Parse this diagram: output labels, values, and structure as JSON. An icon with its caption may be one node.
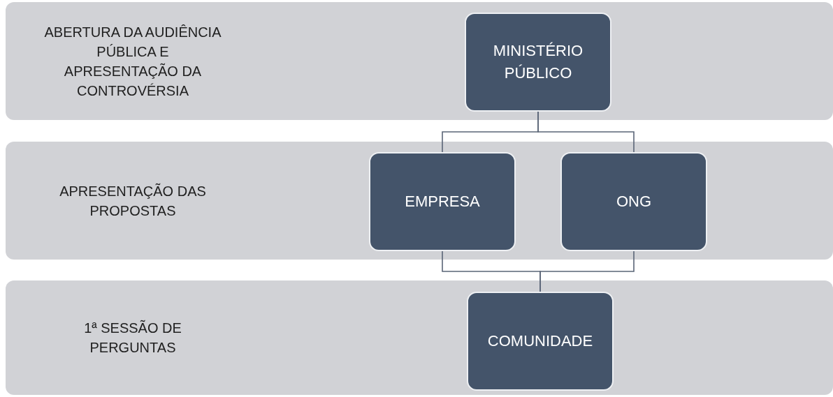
{
  "diagram": {
    "nodes": [
      {
        "text": [
          "ABERTURA DA AUDIÊNCIA PÚBLICA E APRESENTAÇÃO DA CONTROVÉRSIA"
        ]
      },
      {
        "text": [
          "MINISTÉRIO PÚBLICO"
        ],
        "in": 0
      },
      {
        "text": [
          "APRESENTAÇÃO DAS PROPOSTAS"
        ]
      },
      {
        "text": [
          "EMPRESA"
        ],
        "in": 2
      },
      {
        "text": [
          "ONG"
        ],
        "in": 2
      },
      {
        "text": [
          "1ª SESSÃO DE PERGUNTAS"
        ]
      },
      {
        "text": [
          "COMUNIDADE"
        ],
        "in": 5
      }
    ],
    "edges": [
      {
        "from": 1,
        "to": 3,
        "arrow": "none"
      },
      {
        "from": 1,
        "to": 4,
        "arrow": "none"
      },
      {
        "from": 3,
        "to": 6,
        "arrow": "none"
      },
      {
        "from": 4,
        "to": 6,
        "arrow": "none"
      }
    ]
  }
}
